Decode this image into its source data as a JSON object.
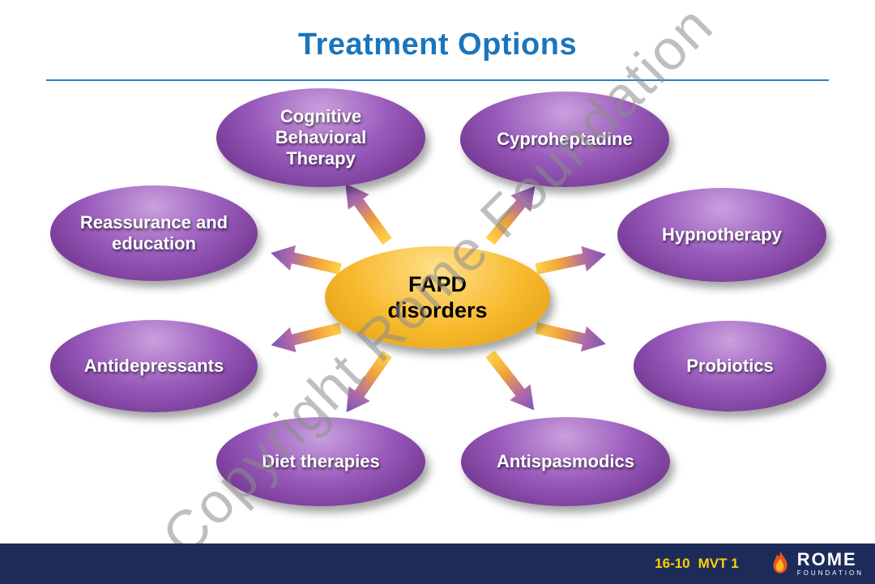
{
  "title": "Treatment Options",
  "watermark": "Copyright Rome Foundation",
  "center_node": {
    "line1": "FAPD",
    "line2": "disorders"
  },
  "nodes": [
    {
      "label": "Cognitive Behavioral Therapy"
    },
    {
      "label": "Cyproheptadine"
    },
    {
      "label": "Reassurance and education"
    },
    {
      "label": "Hypnotherapy"
    },
    {
      "label": "Antidepressants"
    },
    {
      "label": "Probiotics"
    },
    {
      "label": "Diet therapies"
    },
    {
      "label": "Antispasmodics"
    }
  ],
  "footer": {
    "slide_code": "16-10",
    "deck_code": "MVT 1",
    "logo_main": "ROME",
    "logo_sub": "FOUNDATION"
  },
  "colors": {
    "title_blue": "#1b75bc",
    "node_purple": "#7d3f9e",
    "center_orange": "#f5b32b",
    "footer_navy": "#1d2b5b",
    "footer_yellow": "#ffd100",
    "arrow_tail": "#ffd24a",
    "arrow_head": "#7b55b5"
  }
}
